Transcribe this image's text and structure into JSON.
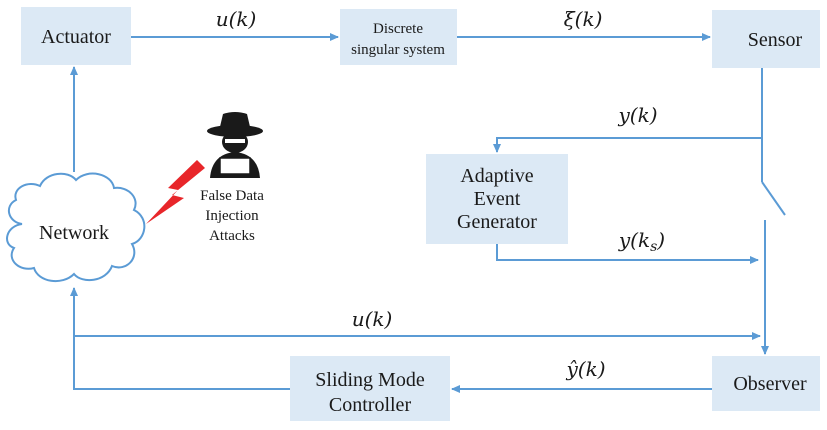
{
  "diagram": {
    "nodes": {
      "actuator": "Actuator",
      "system_line1": "Discrete",
      "system_line2": "singular system",
      "sensor": "Sensor",
      "event_gen_line1": "Adaptive",
      "event_gen_line2": "Event",
      "event_gen_line3": "Generator",
      "network": "Network",
      "observer": "Observer",
      "controller_line1": "Sliding Mode",
      "controller_line2": "Controller"
    },
    "attack": {
      "line1": "False Data",
      "line2": "Injection",
      "line3": "Attacks",
      "hacker_icon": "hacker-icon",
      "lightning_icon": "lightning-bolt-icon"
    },
    "edge_labels": {
      "actuator_to_system": "u(k)",
      "system_to_sensor": "ξ(k)",
      "sensor_to_generator": "y(k)",
      "generator_to_observer": "y(k_s)",
      "network_to_observer": "u(k)",
      "observer_to_controller": "ŷ(k)"
    },
    "colors": {
      "box_fill": "#dce9f5",
      "arrow": "#5b9bd5",
      "lightning": "#e8262a"
    }
  }
}
